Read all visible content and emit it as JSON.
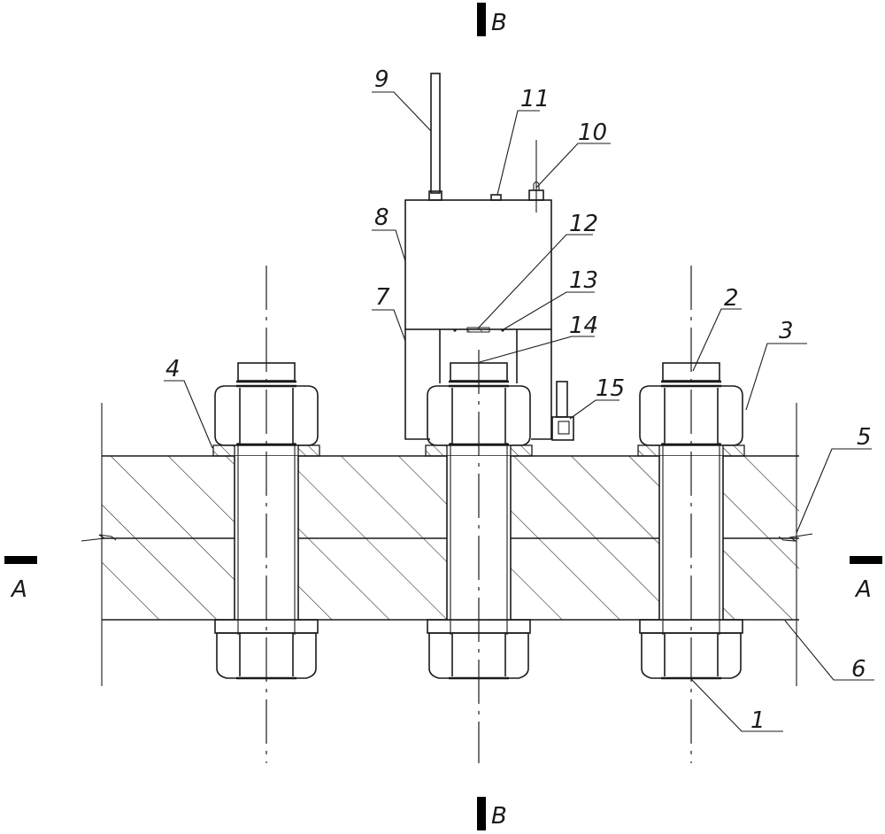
{
  "figure": {
    "type": "technical cross-section drawing",
    "colors": {
      "line": "#1a1a1a",
      "background": "#ffffff",
      "section_mark": "#000000"
    }
  },
  "section_marks": {
    "top": {
      "letter": "B"
    },
    "bottom": {
      "letter": "B"
    },
    "left": {
      "letter": "A"
    },
    "right": {
      "letter": "A"
    }
  },
  "callouts": [
    {
      "id": "1",
      "label": "1",
      "part": "bolt"
    },
    {
      "id": "2",
      "label": "2",
      "part": "bolt-top-end"
    },
    {
      "id": "3",
      "label": "3",
      "part": "nut"
    },
    {
      "id": "4",
      "label": "4",
      "part": "washer"
    },
    {
      "id": "5",
      "label": "5",
      "part": "upper-plate"
    },
    {
      "id": "6",
      "label": "6",
      "part": "lower-plate"
    },
    {
      "id": "7",
      "label": "7",
      "part": "sensor-housing-lower"
    },
    {
      "id": "8",
      "label": "8",
      "part": "sensor-housing-upper"
    },
    {
      "id": "9",
      "label": "9",
      "part": "antenna"
    },
    {
      "id": "10",
      "label": "10",
      "part": "connector"
    },
    {
      "id": "11",
      "label": "11",
      "part": "indicator"
    },
    {
      "id": "12",
      "label": "12",
      "part": "contact-plate"
    },
    {
      "id": "13",
      "label": "13",
      "part": "fastener"
    },
    {
      "id": "14",
      "label": "14",
      "part": "probe"
    },
    {
      "id": "15",
      "label": "15",
      "part": "clamp-screw"
    }
  ],
  "bolt_positions": [
    "left",
    "center",
    "right"
  ]
}
